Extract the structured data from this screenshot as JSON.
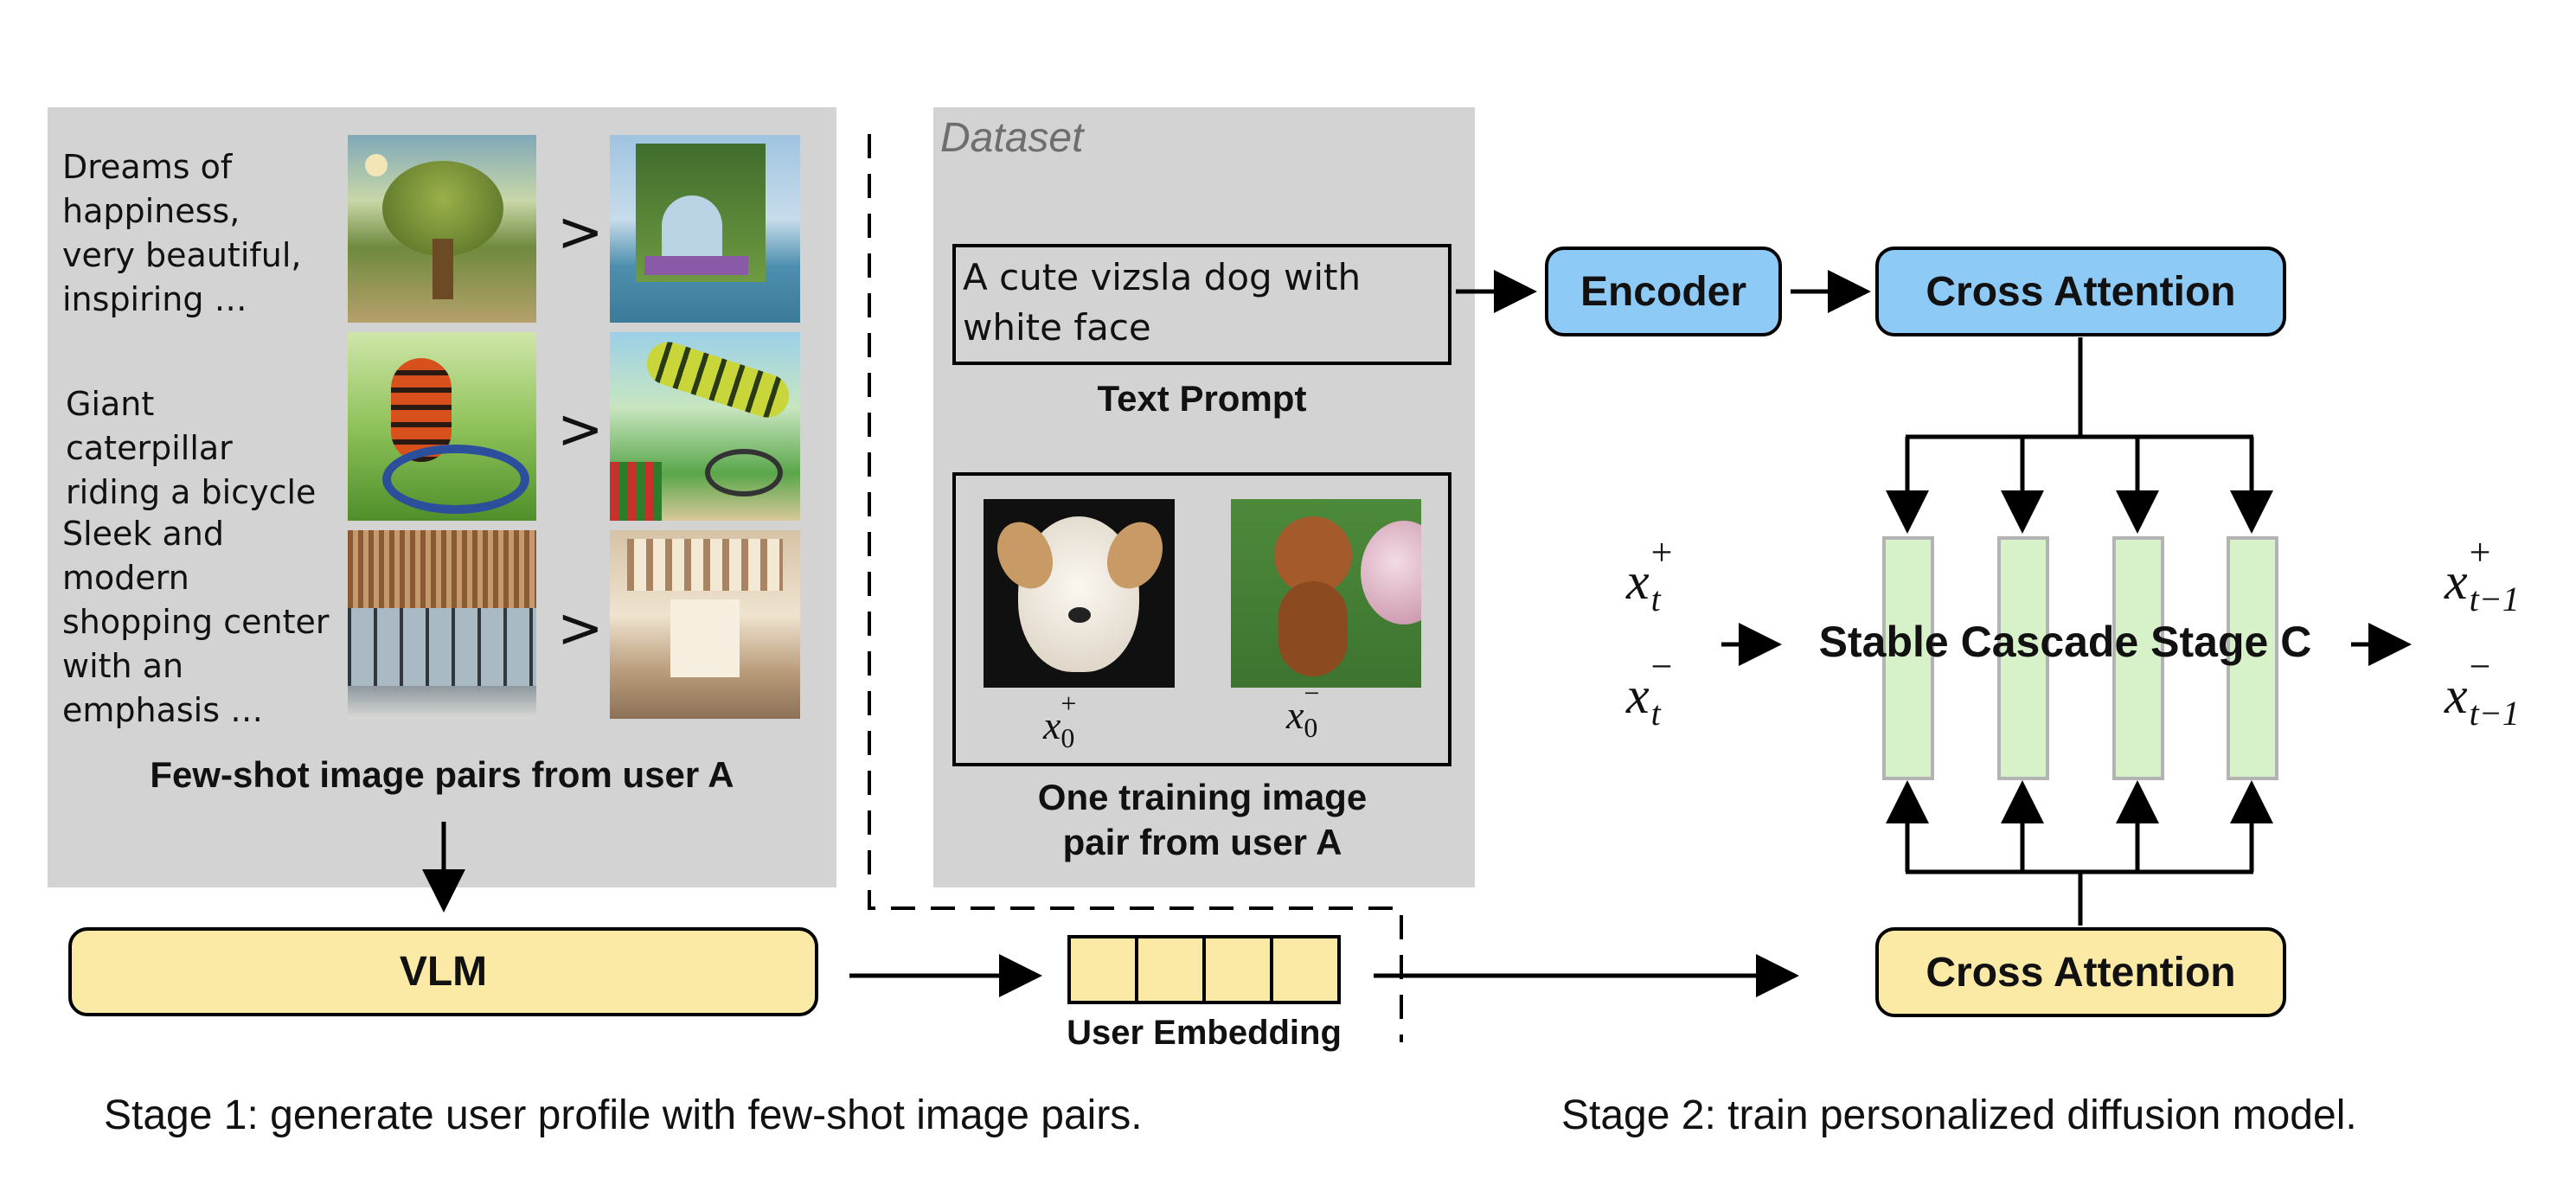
{
  "stage1": {
    "panel_caption": "Few-shot image pairs from user A",
    "prompts": [
      "Dreams of happiness, very beautiful, inspiring …",
      "Giant caterpillar riding a bicycle",
      "Sleek and modern shopping center with an emphasis …"
    ],
    "comparator": ">",
    "vlm_label": "VLM",
    "user_embedding_label": "User Embedding",
    "caption": "Stage 1: generate user profile with few-shot image pairs."
  },
  "dataset": {
    "title": "Dataset",
    "text_prompt_value": "A cute vizsla dog with white face",
    "text_prompt_label": "Text Prompt",
    "pair_label": "One training image pair from user A",
    "x0_pos": {
      "base": "x",
      "sup": "+",
      "sub": "0"
    },
    "x0_neg": {
      "base": "x",
      "sup": "−",
      "sub": "0"
    }
  },
  "stage2": {
    "encoder_label": "Encoder",
    "cross_attention_top": "Cross Attention",
    "cross_attention_bottom": "Cross Attention",
    "model_label": "Stable Cascade Stage C",
    "xt_pos": {
      "base": "x",
      "sup": "+",
      "sub": "t"
    },
    "xt_neg": {
      "base": "x",
      "sup": "−",
      "sub": "t"
    },
    "xt1_pos": {
      "base": "x",
      "sup": "+",
      "sub": "t−1"
    },
    "xt1_neg": {
      "base": "x",
      "sup": "−",
      "sub": "t−1"
    },
    "caption": "Stage 2: train personalized diffusion model."
  },
  "colors": {
    "panel_gray": "#d3d3d3",
    "blue_box": "#8ecaf6",
    "yellow_box": "#fbeaa5",
    "green_block": "#d7f1c9"
  }
}
